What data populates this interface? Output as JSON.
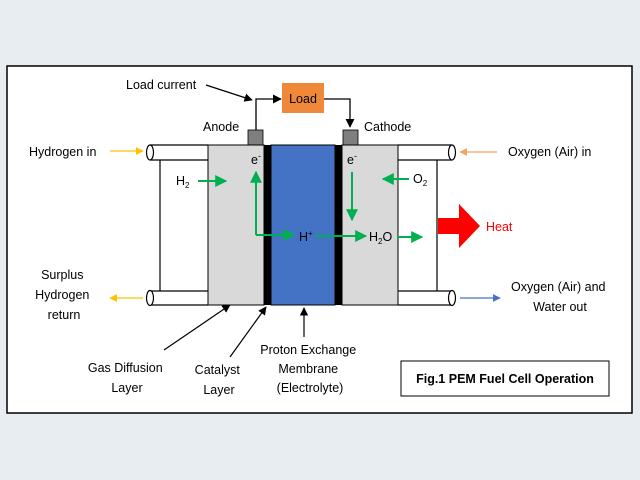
{
  "labels": {
    "load": "Load",
    "load_current": "Load current",
    "anode": "Anode",
    "cathode": "Cathode",
    "hydrogen_in": "Hydrogen in",
    "oxygen_in": "Oxygen (Air) in",
    "surplus_line1": "Surplus",
    "surplus_line2": "Hydrogen",
    "surplus_line3": "return",
    "oxygen_out_line1": "Oxygen (Air) and",
    "oxygen_out_line2": "Water out",
    "h2_base": "H",
    "h2_sub": "2",
    "o2_base": "O",
    "o2_sub": "2",
    "electron_left": "e",
    "electron_right": "e",
    "electron_sup": "-",
    "proton_base": "H",
    "proton_sup": "+",
    "water_h": "H",
    "water_sub": "2",
    "water_o": "O",
    "heat": "Heat",
    "gdl_line1": "Gas Diffusion",
    "gdl_line2": "Layer",
    "catalyst_line1": "Catalyst",
    "catalyst_line2": "Layer",
    "pem_line1": "Proton Exchange",
    "pem_line2": "Membrane",
    "pem_line3": "(Electrolyte)",
    "figure_caption": "Fig.1 PEM Fuel Cell Operation"
  },
  "colors": {
    "page_background": "#e8edf2",
    "frame_background": "#ffffff",
    "gas_diffusion_layer": "#d9d9d9",
    "catalyst_layer": "#000000",
    "membrane": "#4472c4",
    "load_box": "#f0883a",
    "terminal": "#7f7f7f",
    "flow_arrow": "#00b050",
    "heat_arrow": "#ff0000",
    "hydrogen_arrow": "#ffc000",
    "oxygen_in_arrow": "#f4a460",
    "oxygen_out_arrow": "#4472c4"
  }
}
